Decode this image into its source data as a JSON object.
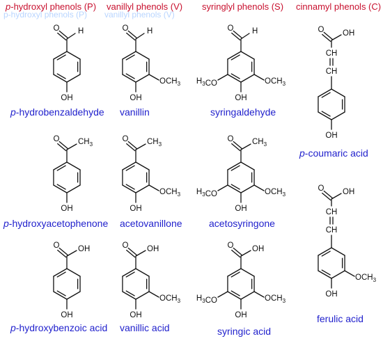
{
  "headers": [
    {
      "italic": "p",
      "rest": "-hydroxyl phenols (P)"
    },
    {
      "italic": "",
      "rest": "vanillyl phenols (V)"
    },
    {
      "italic": "",
      "rest": "syringlyl phenols (S)"
    },
    {
      "italic": "",
      "rest": "cinnamyl phenols (C)"
    }
  ],
  "ghost_text": [
    "p-hydroxyl phenols (P)",
    "vanillyl phenols (V)"
  ],
  "atoms": {
    "o": "O",
    "h": "H",
    "oh": "OH",
    "ch3": "CH",
    "three": "3",
    "och": "OCH",
    "h3c": "H",
    "h3c_c3": "3",
    "h3c_co": "CO",
    "ch_eq": "CH"
  },
  "compounds": [
    {
      "italic": "p",
      "rest": "-hydrobenzaldehyde"
    },
    {
      "italic": "",
      "rest": "vanillin"
    },
    {
      "italic": "",
      "rest": "syringaldehyde"
    },
    {
      "italic": "p",
      "rest": "-coumaric acid"
    },
    {
      "italic": "p",
      "rest": "-hydroxyacetophenone"
    },
    {
      "italic": "",
      "rest": "acetovanillone"
    },
    {
      "italic": "",
      "rest": "acetosyringone"
    },
    {
      "italic": "",
      "rest": "ferulic acid"
    },
    {
      "italic": "p",
      "rest": "-hydroxybenzoic acid"
    },
    {
      "italic": "",
      "rest": "vanillic acid"
    },
    {
      "italic": "",
      "rest": "syringic acid"
    }
  ]
}
